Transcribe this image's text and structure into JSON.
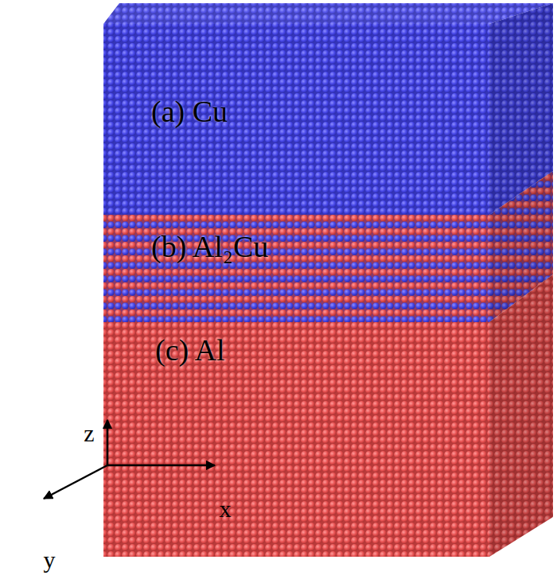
{
  "diagram": {
    "nodes": [
      {
        "text": [
          "(a) Cu"
        ]
      },
      {
        "text": [
          "(b) Al₂Cu"
        ]
      },
      {
        "text": [
          "(c) Al"
        ]
      }
    ],
    "labels": [
      "z",
      "x",
      "y"
    ]
  }
}
